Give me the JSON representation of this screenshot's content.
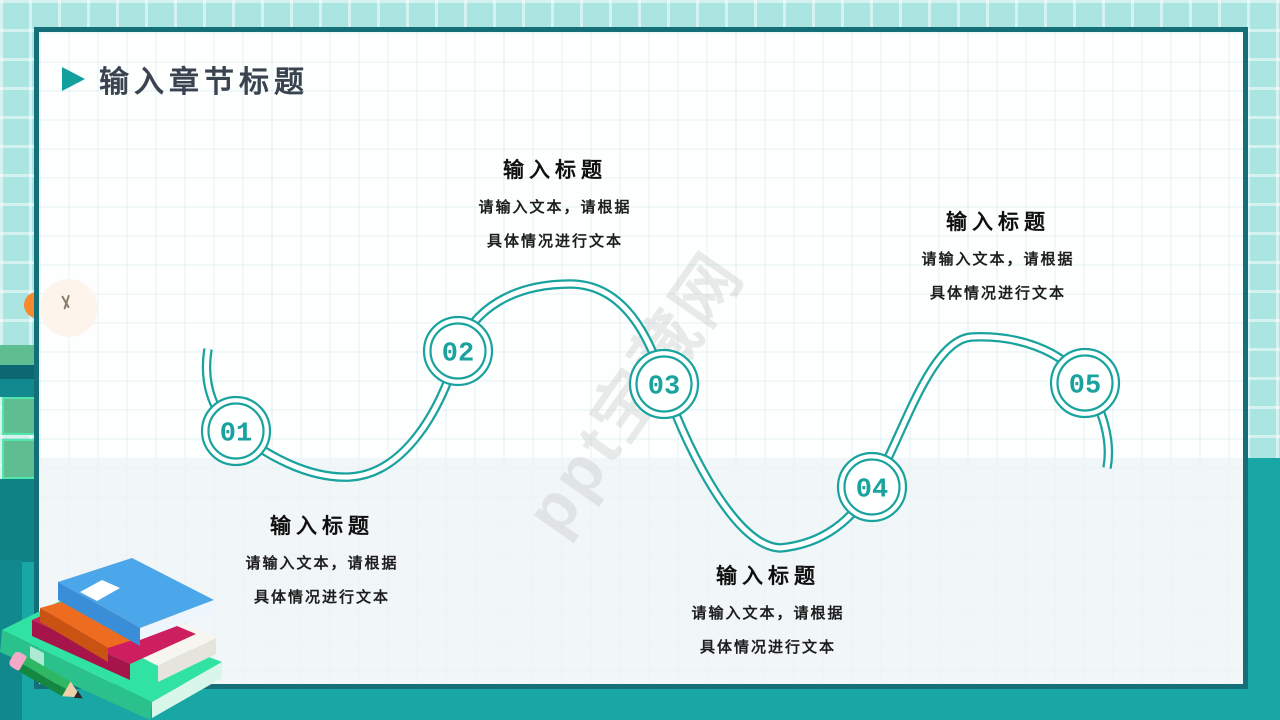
{
  "slide": {
    "title": "输入章节标题",
    "watermark": "ppt宝藏网"
  },
  "steps": [
    {
      "number": "01"
    },
    {
      "number": "02"
    },
    {
      "number": "03"
    },
    {
      "number": "04"
    },
    {
      "number": "05"
    }
  ],
  "text_blocks": [
    {
      "title": "输入标题",
      "lines": [
        "请输入文本，请根据",
        "具体情况进行文本"
      ]
    },
    {
      "title": "输入标题",
      "lines": [
        "请输入文本，请根据",
        "具体情况进行文本"
      ]
    },
    {
      "title": "输入标题",
      "lines": [
        "请输入文本，请根据",
        "具体情况进行文本"
      ]
    },
    {
      "title": "输入标题",
      "lines": [
        "请输入文本，请根据",
        "具体情况进行文本"
      ]
    }
  ],
  "colors": {
    "background_teal": "#18a7a4",
    "grid_cyan": "#abe5e2",
    "card_border": "#146f78",
    "curve_teal": "#1aa39e",
    "title_color": "#3a4350",
    "accent_orange": "#f58a2e"
  }
}
